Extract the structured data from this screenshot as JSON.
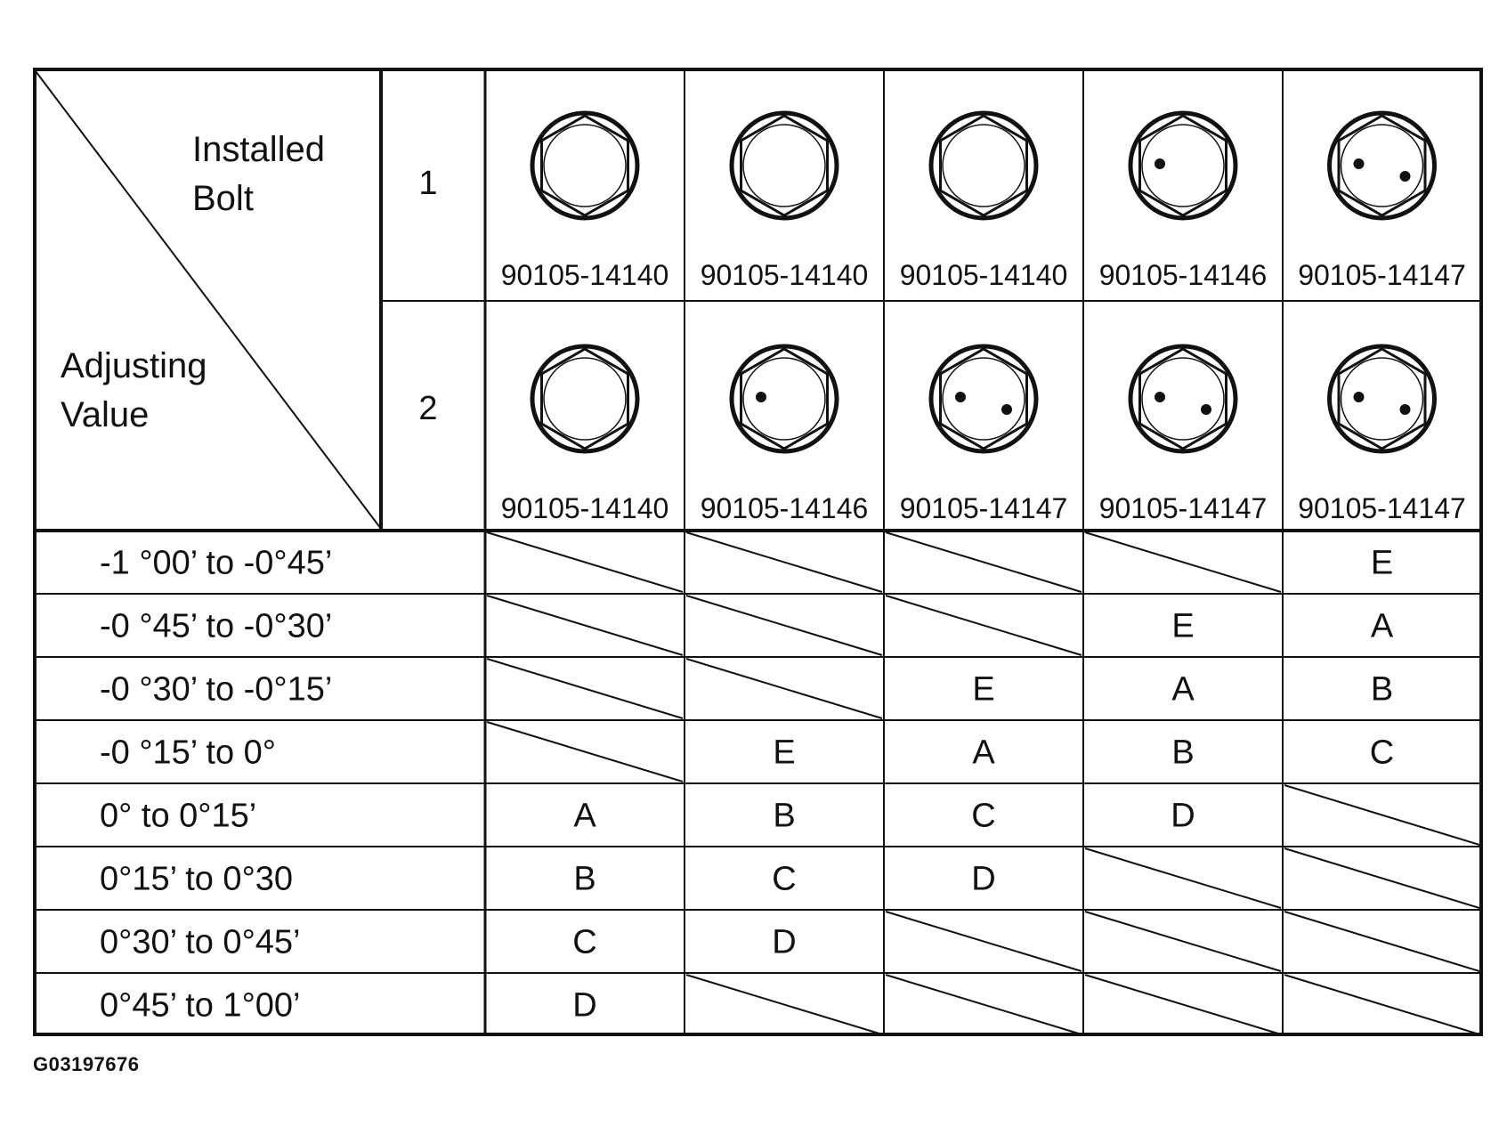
{
  "header": {
    "installed_line1": "Installed",
    "installed_line2": "Bolt",
    "adjusting_line1": "Adjusting",
    "adjusting_line2": "Value"
  },
  "bolt_rows": [
    {
      "label": "1",
      "bolts": [
        {
          "part": "90105-14140",
          "dots": 0
        },
        {
          "part": "90105-14140",
          "dots": 0
        },
        {
          "part": "90105-14140",
          "dots": 0
        },
        {
          "part": "90105-14146",
          "dots": 1
        },
        {
          "part": "90105-14147",
          "dots": 2
        }
      ]
    },
    {
      "label": "2",
      "bolts": [
        {
          "part": "90105-14140",
          "dots": 0
        },
        {
          "part": "90105-14146",
          "dots": 1
        },
        {
          "part": "90105-14147",
          "dots": 2
        },
        {
          "part": "90105-14147",
          "dots": 2
        },
        {
          "part": "90105-14147",
          "dots": 2
        }
      ]
    }
  ],
  "adjust_rows": [
    {
      "range": "-1 °00’ to -0°45’",
      "cells": [
        "",
        "",
        "",
        "",
        "E"
      ]
    },
    {
      "range": "-0 °45’ to -0°30’",
      "cells": [
        "",
        "",
        "",
        "E",
        "A"
      ]
    },
    {
      "range": "-0 °30’ to -0°15’",
      "cells": [
        "",
        "",
        "E",
        "A",
        "B"
      ]
    },
    {
      "range": "-0 °15’ to 0°",
      "cells": [
        "",
        "E",
        "A",
        "B",
        "C"
      ]
    },
    {
      "range": "0° to 0°15’",
      "cells": [
        "A",
        "B",
        "C",
        "D",
        ""
      ]
    },
    {
      "range": "0°15’ to 0°30",
      "cells": [
        "B",
        "C",
        "D",
        "",
        ""
      ]
    },
    {
      "range": "0°30’ to 0°45’",
      "cells": [
        "C",
        "D",
        "",
        "",
        ""
      ]
    },
    {
      "range": "0°45’ to 1°00’",
      "cells": [
        "D",
        "",
        "",
        "",
        ""
      ]
    }
  ],
  "figure_id": "G03197676"
}
